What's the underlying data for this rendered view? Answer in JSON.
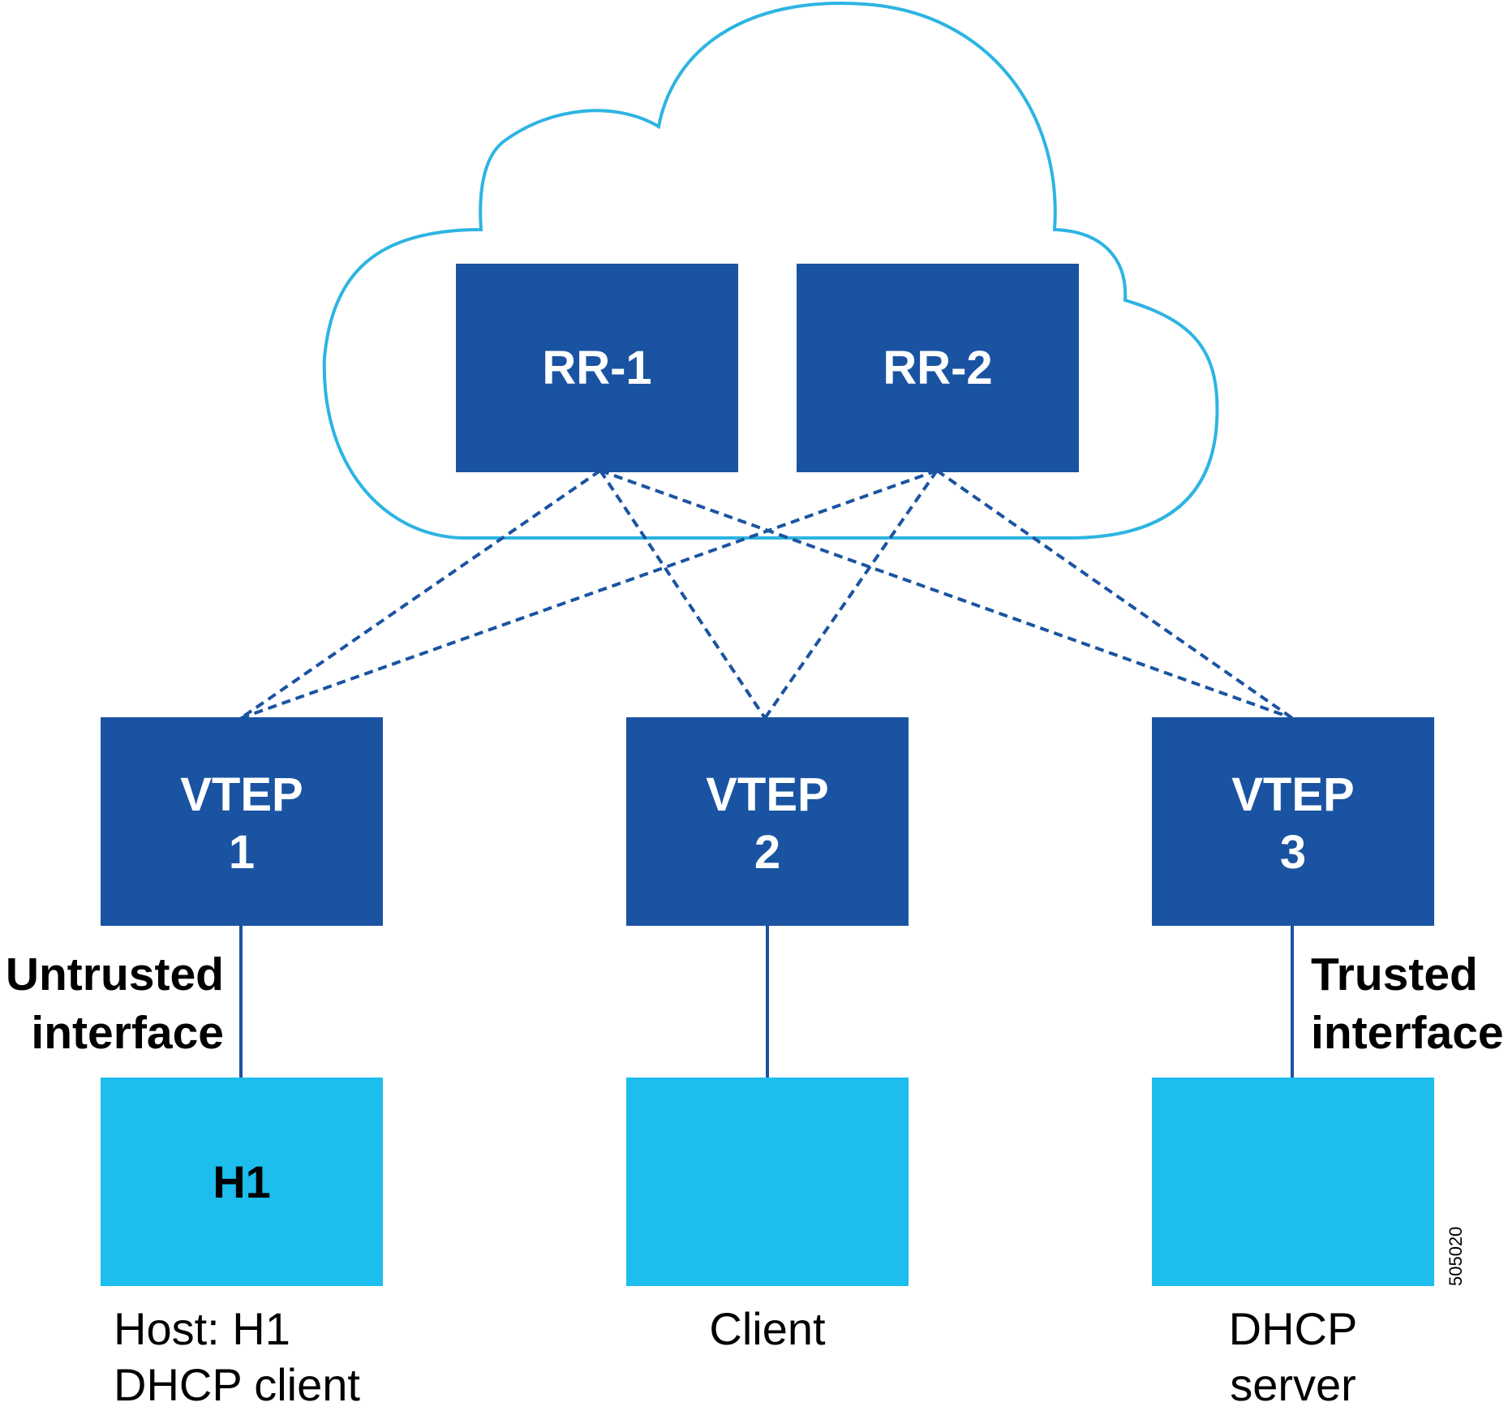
{
  "colors": {
    "cloud_stroke": "#2db4e2",
    "node_dark": "#1a53a2",
    "node_light": "#1dbdee",
    "link_dashed": "#1a53a2",
    "link_solid": "#1a53a2"
  },
  "route_reflectors": [
    {
      "label": "RR-1"
    },
    {
      "label": "RR-2"
    }
  ],
  "vteps": [
    {
      "line1": "VTEP",
      "line2": "1"
    },
    {
      "line1": "VTEP",
      "line2": "2"
    },
    {
      "line1": "VTEP",
      "line2": "3"
    }
  ],
  "hosts": [
    {
      "label": "H1"
    },
    {
      "label": ""
    },
    {
      "label": ""
    }
  ],
  "interfaces": {
    "untrusted": {
      "line1": "Untrusted",
      "line2": "interface"
    },
    "trusted": {
      "line1": "Trusted",
      "line2": "interface"
    }
  },
  "captions": [
    {
      "line1": "Host: H1",
      "line2": "DHCP client"
    },
    {
      "line1": "Client",
      "line2": ""
    },
    {
      "line1": "DHCP",
      "line2": "server"
    }
  ],
  "figure_id": "505020"
}
